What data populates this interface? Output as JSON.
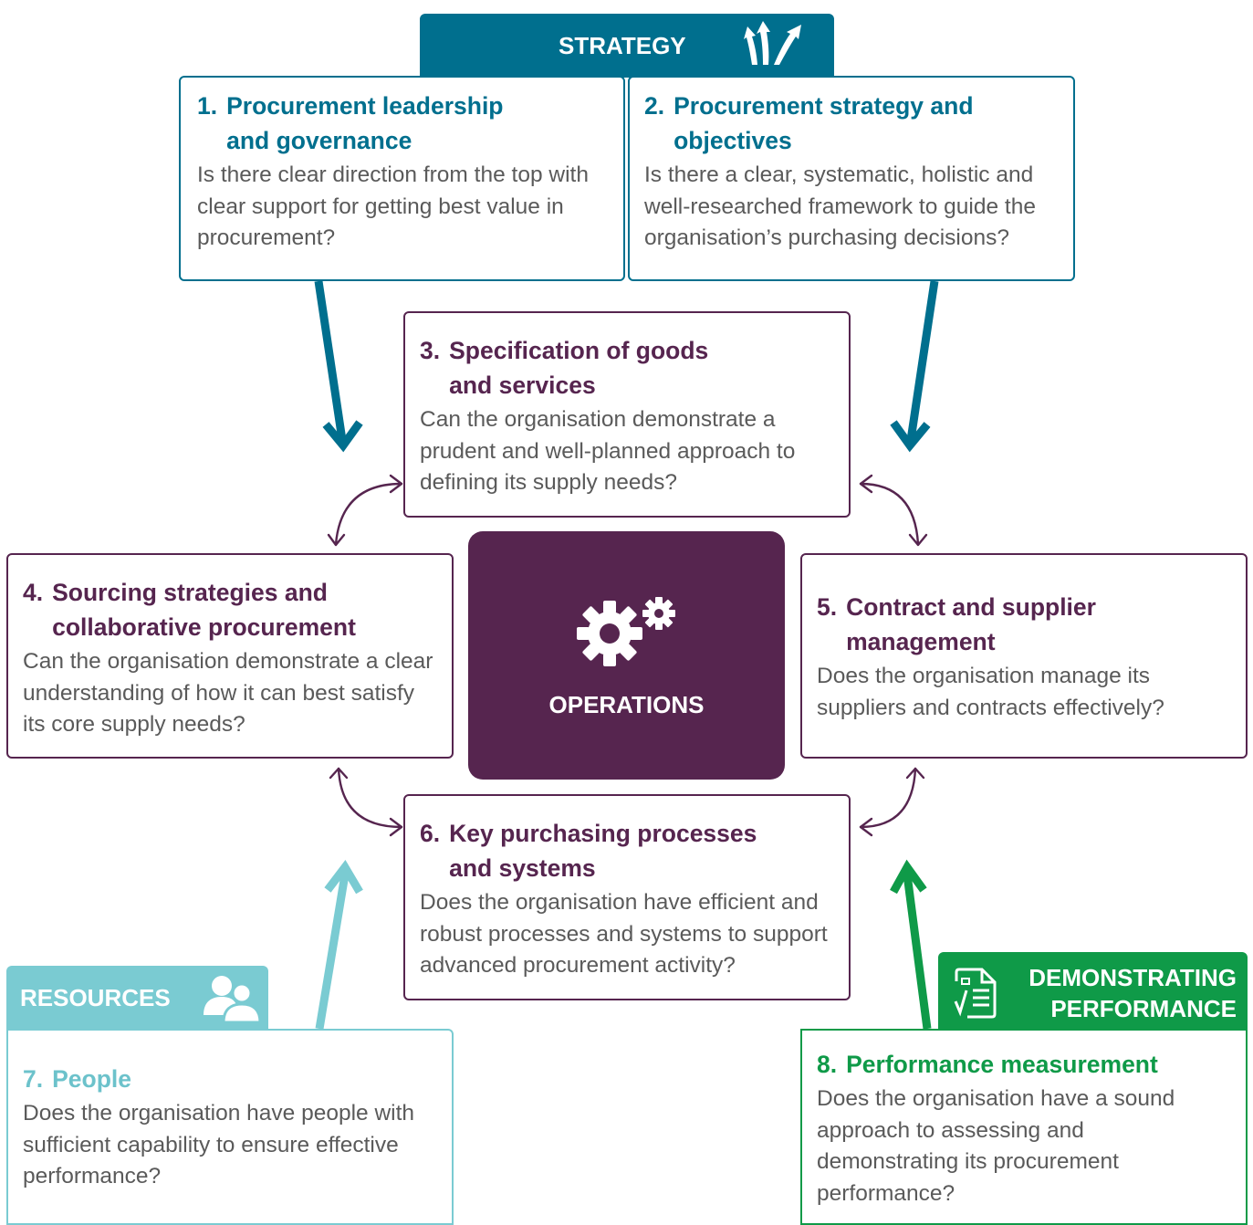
{
  "colors": {
    "strategy": "#006f8e",
    "operations": "#56254f",
    "resources": "#7acbd2",
    "performance": "#0f9a48"
  },
  "tabs": {
    "strategy": {
      "label": "STRATEGY",
      "icon": "upward-arrows-icon"
    },
    "resources": {
      "label": "RESOURCES",
      "icon": "people-icon"
    },
    "performance": {
      "line1": "DEMONSTRATING",
      "line2": "PERFORMANCE",
      "icon": "document-check-icon"
    }
  },
  "center": {
    "label": "OPERATIONS",
    "icon": "gears-icon"
  },
  "boxes": [
    {
      "num": "1.",
      "title": "Procurement leadership and governance",
      "desc": "Is there clear direction from the top with clear support for getting best value in procurement?"
    },
    {
      "num": "2.",
      "title": "Procurement strategy and objectives",
      "desc": "Is there a clear, systematic, holistic and well-researched framework to guide the organisation’s purchasing decisions?"
    },
    {
      "num": "3.",
      "title": "Specification of goods and services",
      "desc": "Can the organisation demonstrate a prudent and well-planned approach to defining its supply needs?"
    },
    {
      "num": "4.",
      "title": "Sourcing strategies and collaborative procurement",
      "desc": "Can the organisation demonstrate a clear understanding of how it can best satisfy its core supply needs?"
    },
    {
      "num": "5.",
      "title": "Contract and supplier management",
      "desc": "Does the organisation manage its suppliers and contracts effectively?"
    },
    {
      "num": "6.",
      "title": "Key purchasing processes and systems",
      "desc": "Does the organisation have efficient and robust processes and systems to support advanced procurement activity?"
    },
    {
      "num": "7.",
      "title": "People",
      "desc": "Does the organisation have people with sufficient capability to ensure effective performance?"
    },
    {
      "num": "8.",
      "title": "Performance measurement",
      "desc": "Does the organisation have a sound approach to assessing and demonstrating its procurement performance?"
    }
  ]
}
